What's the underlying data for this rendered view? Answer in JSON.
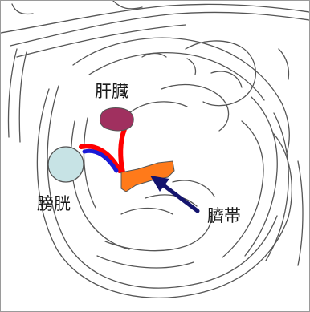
{
  "labels": {
    "liver": "肝臓",
    "bladder": "膀胱",
    "umbilical_cord": "臍帯"
  },
  "colors": {
    "liver": "#a0305f",
    "bladder": "#c7e3e5",
    "red_vessel": "#ff0000",
    "blue_vessel": "#1b1bd6",
    "umbilical_cord": "#ff7a1a",
    "arrow": "#14146e",
    "outline": "#555555"
  },
  "icons": {
    "arrow": "arrow-pointing-up-left-icon"
  }
}
